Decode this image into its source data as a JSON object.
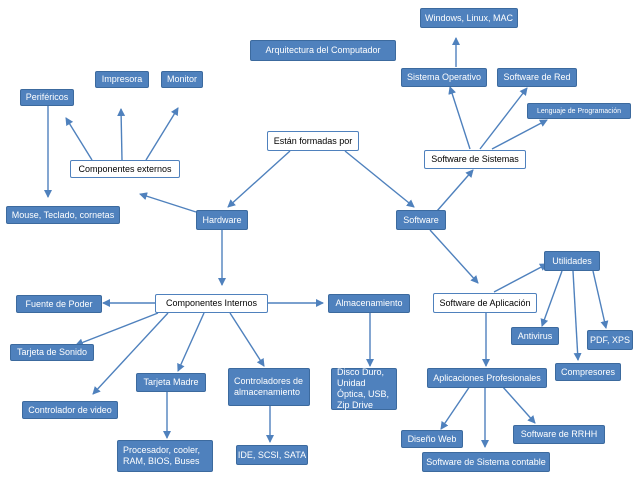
{
  "nodes": {
    "title": "Arquitectura del Computador",
    "formed_by": "Están formadas por",
    "hardware": "Hardware",
    "software": "Software",
    "external": "Componentes externos",
    "internal": "Componentes Internos",
    "peripherals": "Periféricos",
    "printer": "Impresora",
    "monitor": "Monitor",
    "mouse": "Mouse, Teclado, cornetas",
    "power": "Fuente de Poder",
    "sound": "Tarjeta de Sonido",
    "video": "Controlador de video",
    "motherboard": "Tarjeta Madre",
    "processor": "Procesador, cooler, RAM, BIOS, Buses",
    "storage_ctrl": "Controladores de almacenamiento",
    "ide": "IDE, SCSI, SATA",
    "storage": "Almacenamiento",
    "disks": "Disco Duro, Unidad Óptica, USB, Zip Drive",
    "os_list": "Windows, Linux, MAC",
    "os": "Sistema Operativo",
    "net_sw": "Software de Red",
    "prog_lang": "Lenguaje de Programación",
    "sys_sw": "Software de Sistemas",
    "app_sw": "Software de Aplicación",
    "utilities": "Utilidades",
    "antivirus": "Antivirus",
    "pdf": "PDF, XPS",
    "compressors": "Compresores",
    "pro_apps": "Aplicaciones Profesionales",
    "web": "Diseño Web",
    "hr": "Software de RRHH",
    "accounting": "Software de Sistema contable"
  },
  "colors": {
    "node_fill": "#4f81bd",
    "arrow": "#4f81bd",
    "white_fill": "#ffffff"
  }
}
